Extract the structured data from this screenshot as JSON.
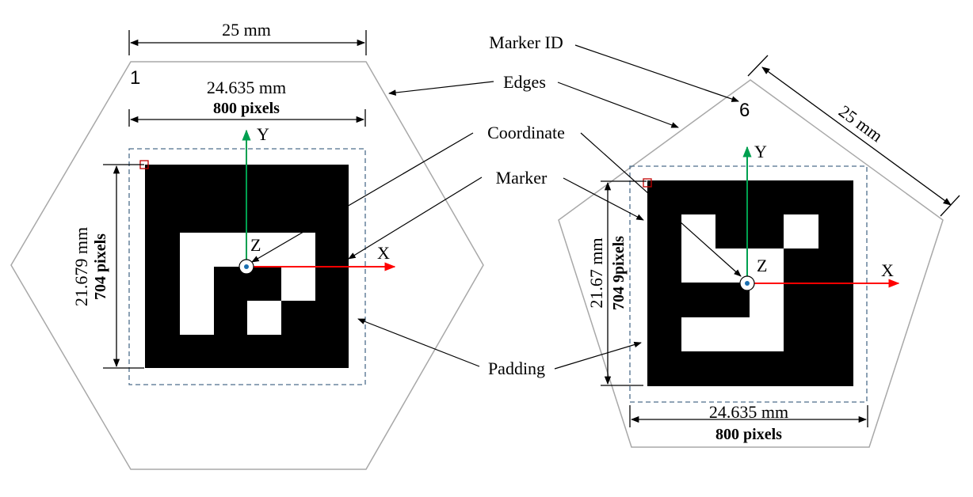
{
  "hexagon_marker": {
    "marker_id": "1",
    "edge_length": "25 mm",
    "padded_width_mm": "24.635 mm",
    "padded_width_px": "800 pixels",
    "height_mm": "21.679 mm",
    "height_px": "704 pixels",
    "axis_x": "X",
    "axis_y": "Y",
    "axis_z": "Z"
  },
  "pentagon_marker": {
    "marker_id": "6",
    "edge_length": "25 mm",
    "padded_width_mm": "24.635 mm",
    "padded_width_px": "800 pixels",
    "height_mm": "21.67 mm",
    "height_px": "704 9pixels",
    "axis_x": "X",
    "axis_y": "Y",
    "axis_z": "Z"
  },
  "callouts": {
    "marker_id": "Marker ID",
    "edges": "Edges",
    "coordinate": "Coordinate",
    "marker": "Marker",
    "padding": "Padding"
  },
  "colors": {
    "x_axis": "#ff0000",
    "y_axis": "#00a050",
    "origin_dot": "#1a6fb0",
    "corner_marker": "#c00000",
    "padding_outline": "#4d6e8c",
    "shape_outline": "#a8a8a8"
  }
}
